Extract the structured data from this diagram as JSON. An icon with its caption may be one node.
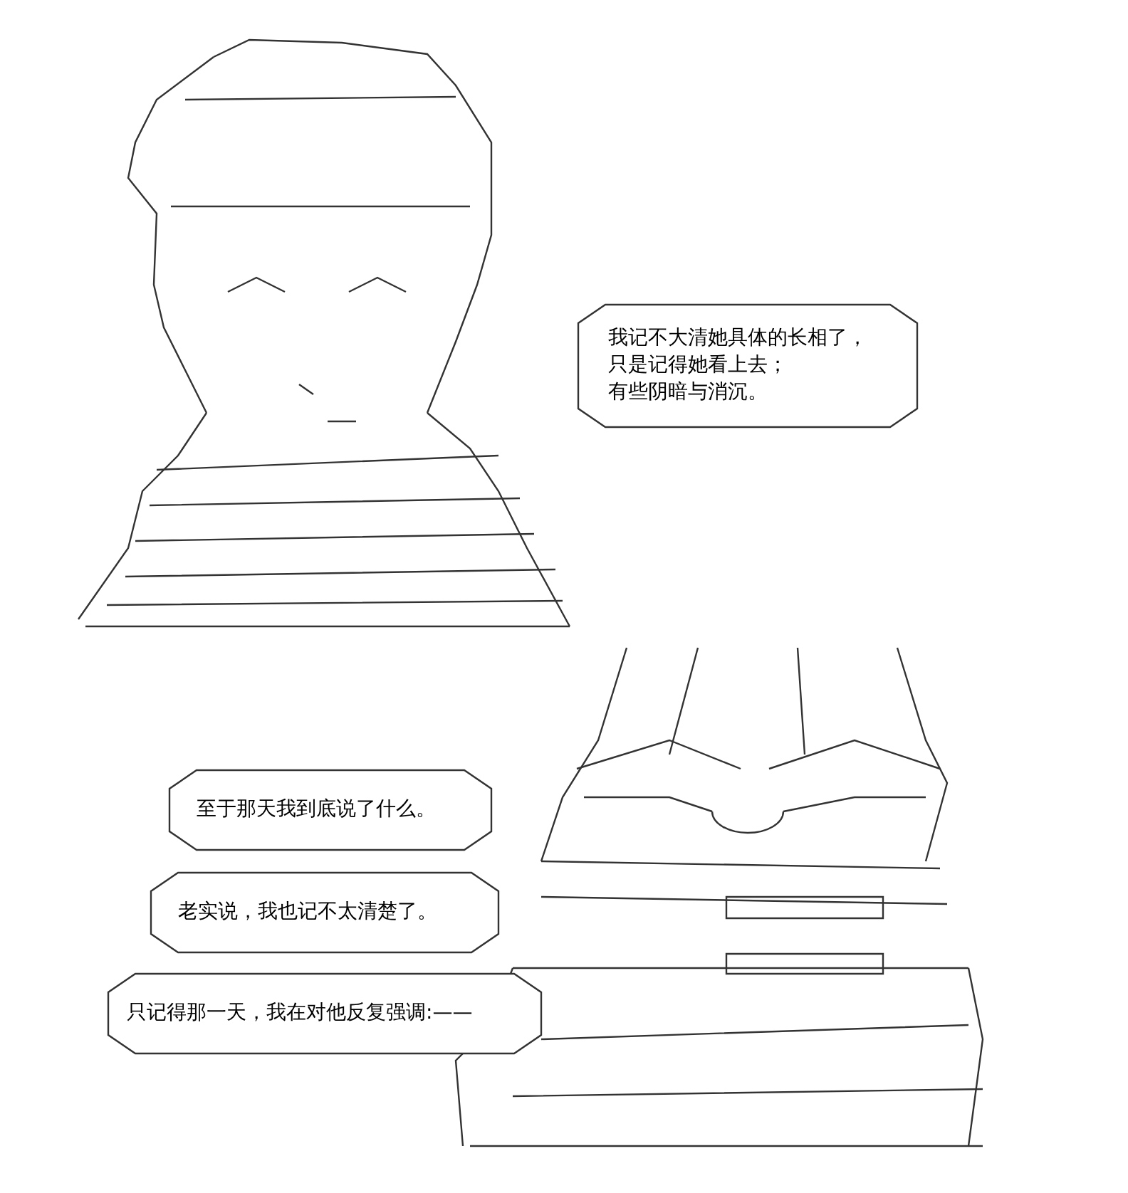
{
  "diagram": {
    "nodes": [
      {
        "text": [
          "我记不大清她具体的长相了，",
          "只是记得她看上去；",
          "有些阴暗与消沉。"
        ]
      },
      {
        "text": [
          "至于那天我到底说了什么。"
        ]
      },
      {
        "text": [
          "老实说，我也记不太清楚了。"
        ]
      },
      {
        "text": [
          "只记得那一天，我在对他反复强调:——"
        ]
      }
    ]
  }
}
